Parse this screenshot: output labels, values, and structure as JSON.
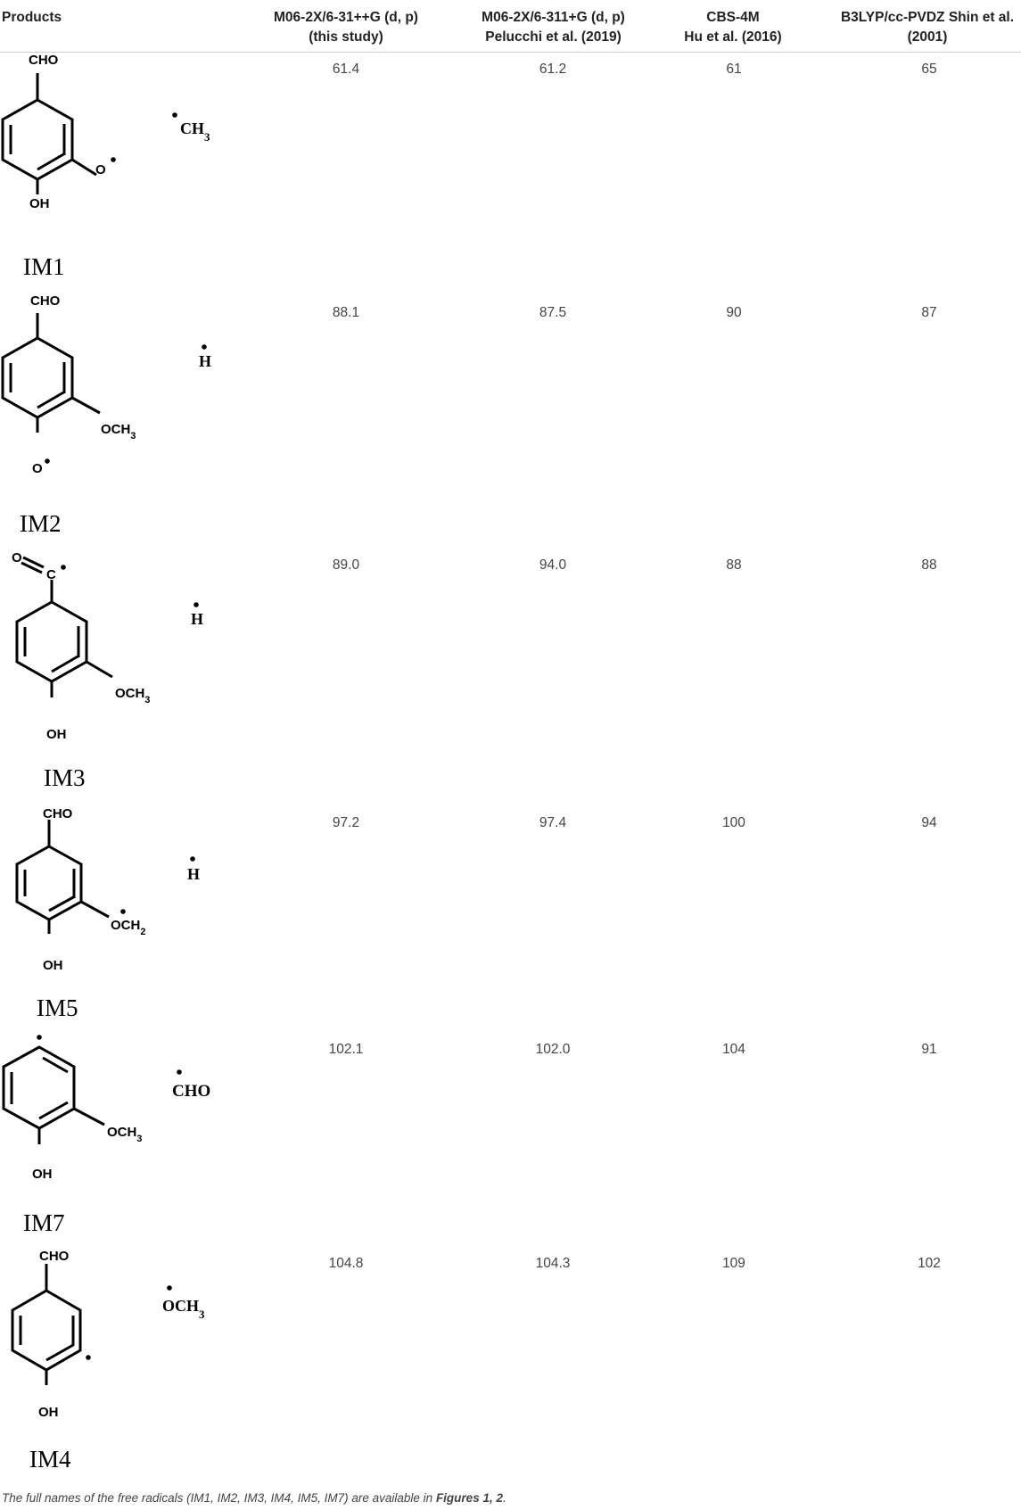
{
  "headers": {
    "products": "Products",
    "col1": {
      "line1": "M06-2X/6-31++G (d, p)",
      "line2": "(this study)"
    },
    "col2": {
      "line1": "M06-2X/6-311+G (d, p)",
      "line2": "Pelucchi et al. (2019)"
    },
    "col3": {
      "line1": "CBS-4M",
      "line2": "Hu et al. (2016)"
    },
    "col4": {
      "line1": "B3LYP/cc-PVDZ Shin et al.",
      "line2": "(2001)"
    }
  },
  "rows": [
    {
      "label": "IM1",
      "top_sub": "CHO",
      "side_sub": "O",
      "bottom_sub": "OH",
      "radical": "CH3",
      "values": [
        "61.4",
        "61.2",
        "61",
        "65"
      ]
    },
    {
      "label": "IM2",
      "top_sub": "CHO",
      "side_sub": "OCH3",
      "bottom_sub": "O",
      "radical": "H",
      "values": [
        "88.1",
        "87.5",
        "90",
        "87"
      ]
    },
    {
      "label": "IM3",
      "top_sub": "O",
      "top_sub2": "C",
      "side_sub": "OCH3",
      "bottom_sub": "OH",
      "radical": "H",
      "values": [
        "89.0",
        "94.0",
        "88",
        "88"
      ]
    },
    {
      "label": "IM5",
      "top_sub": "CHO",
      "side_sub": "OCH2",
      "bottom_sub": "OH",
      "radical": "H",
      "values": [
        "97.2",
        "97.4",
        "100",
        "94"
      ]
    },
    {
      "label": "IM7",
      "side_sub": "OCH3",
      "bottom_sub": "OH",
      "radical": "CHO",
      "values": [
        "102.1",
        "102.0",
        "104",
        "91"
      ]
    },
    {
      "label": "IM4",
      "top_sub": "CHO",
      "bottom_sub": "OH",
      "radical": "OCH3",
      "values": [
        "104.8",
        "104.3",
        "109",
        "102"
      ]
    }
  ],
  "footnote": {
    "text": "The full names of the free radicals (IM1, IM2, IM3, IM4, IM5, IM7) are available in ",
    "fig_ref": "Figures 1, 2",
    "end": "."
  }
}
